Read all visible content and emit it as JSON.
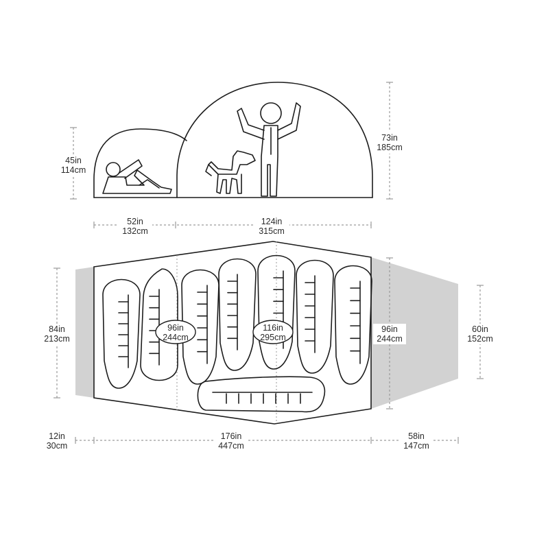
{
  "side_view": {
    "vestibule_height": {
      "in": "45in",
      "cm": "114cm"
    },
    "main_height": {
      "in": "73in",
      "cm": "185cm"
    },
    "vestibule_length": {
      "in": "52in",
      "cm": "132cm"
    },
    "main_length": {
      "in": "124in",
      "cm": "315cm"
    }
  },
  "floor_plan": {
    "left_width": {
      "in": "84in",
      "cm": "213cm"
    },
    "inner_span_1": {
      "in": "96in",
      "cm": "244cm"
    },
    "inner_span_2": {
      "in": "116in",
      "cm": "295cm"
    },
    "right_width": {
      "in": "96in",
      "cm": "244cm"
    },
    "vestibule_width": {
      "in": "60in",
      "cm": "152cm"
    },
    "left_vestibule_depth": {
      "in": "12in",
      "cm": "30cm"
    },
    "floor_length": {
      "in": "176in",
      "cm": "447cm"
    },
    "right_vestibule_depth": {
      "in": "58in",
      "cm": "147cm"
    }
  },
  "colors": {
    "ink": "#1c1c1c",
    "dimension": "#9a9a9a",
    "vestibule_fill": "#d2d2d2",
    "floor_fill": "#ffffff"
  }
}
